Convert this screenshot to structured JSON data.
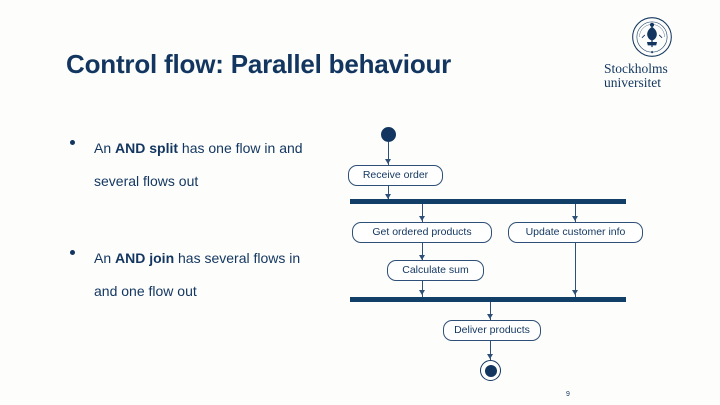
{
  "slide": {
    "title": "Control flow: Parallel behaviour",
    "slide_number": "9",
    "accent_color": "#12365f",
    "bar_color": "#123f68",
    "background_color": "#fdfdfc"
  },
  "logo": {
    "name": "stockholm-university-logo",
    "line1": "Stockholms",
    "line2": "universitet",
    "seal_icon": "university-seal-icon"
  },
  "bullets": [
    {
      "pre": "An ",
      "bold": "AND split",
      "post": " has one flow in and several flows out",
      "full_text": "An AND split has one flow in and several flows out"
    },
    {
      "pre": "An ",
      "bold": "AND join",
      "post": " has several flows in and one flow out",
      "full_text": "An AND join has several flows in and one flow out"
    }
  ],
  "diagram": {
    "type": "uml-activity-diagram",
    "start_node": "initial-node",
    "end_node": "final-node",
    "activities": [
      {
        "id": "receive-order",
        "label": "Receive order"
      },
      {
        "id": "get-ordered-products",
        "label": "Get ordered products"
      },
      {
        "id": "update-customer-info",
        "label": "Update customer info"
      },
      {
        "id": "calculate-sum",
        "label": "Calculate sum"
      },
      {
        "id": "deliver-products",
        "label": "Deliver products"
      }
    ],
    "bars": [
      {
        "id": "fork-bar",
        "role": "AND split"
      },
      {
        "id": "join-bar",
        "role": "AND join"
      }
    ]
  }
}
